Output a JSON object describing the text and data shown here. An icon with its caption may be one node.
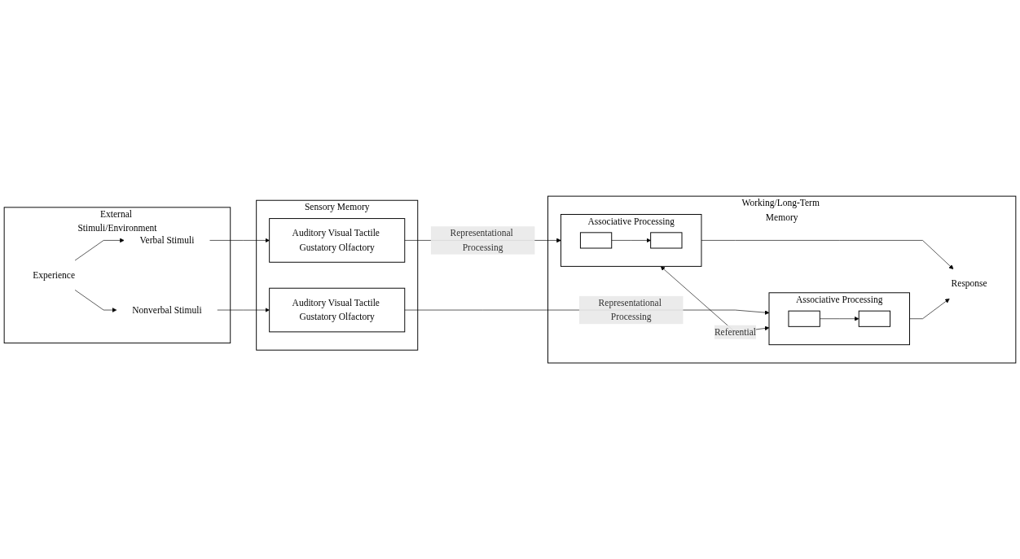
{
  "diagram": {
    "nodes": [
      {
        "text": [
          "External Stimuli/Environment"
        ]
      },
      {
        "text": [
          "Experience"
        ],
        "in": 0
      },
      {
        "text": [
          "Verbal Stimuli"
        ],
        "in": 0
      },
      {
        "text": [
          "Nonverbal Stimuli"
        ],
        "in": 0
      },
      {
        "text": [
          "Sensory Memory"
        ]
      },
      {
        "text": [
          "Auditory Visual Tactile Gustatory Olfactory"
        ],
        "in": 4
      },
      {
        "text": [
          "Auditory Visual Tactile Gustatory Olfactory"
        ],
        "in": 4
      },
      {
        "text": [
          "Working/Long-Term Memory"
        ]
      },
      {
        "text": [
          "Associative Processing"
        ],
        "in": 7
      },
      {
        "text": [],
        "shape": "box",
        "in": 8
      },
      {
        "text": [],
        "shape": "box",
        "in": 8
      },
      {
        "text": [
          "Associative Processing"
        ],
        "in": 7
      },
      {
        "text": [],
        "shape": "box",
        "in": 11
      },
      {
        "text": [],
        "shape": "box",
        "in": 11
      },
      {
        "text": [
          "Response"
        ],
        "in": 7
      }
    ],
    "edges": [
      {
        "from": 1,
        "to": 2,
        "arrow": "to"
      },
      {
        "from": 1,
        "to": 3,
        "arrow": "to"
      },
      {
        "from": 2,
        "to": 5,
        "arrow": "to"
      },
      {
        "from": 3,
        "to": 6,
        "arrow": "to"
      },
      {
        "from": 5,
        "to": 8,
        "arrow": "to",
        "label": "Representational Processing"
      },
      {
        "from": 6,
        "to": 11,
        "arrow": "to",
        "label": "Representational Processing"
      },
      {
        "from": 9,
        "to": 10,
        "arrow": "to"
      },
      {
        "from": 12,
        "to": 13,
        "arrow": "to"
      },
      {
        "from": 8,
        "to": 11,
        "arrow": "both",
        "label": "Referential"
      },
      {
        "from": 8,
        "to": 14,
        "arrow": "to"
      },
      {
        "from": 11,
        "to": 14,
        "arrow": "to"
      }
    ]
  }
}
